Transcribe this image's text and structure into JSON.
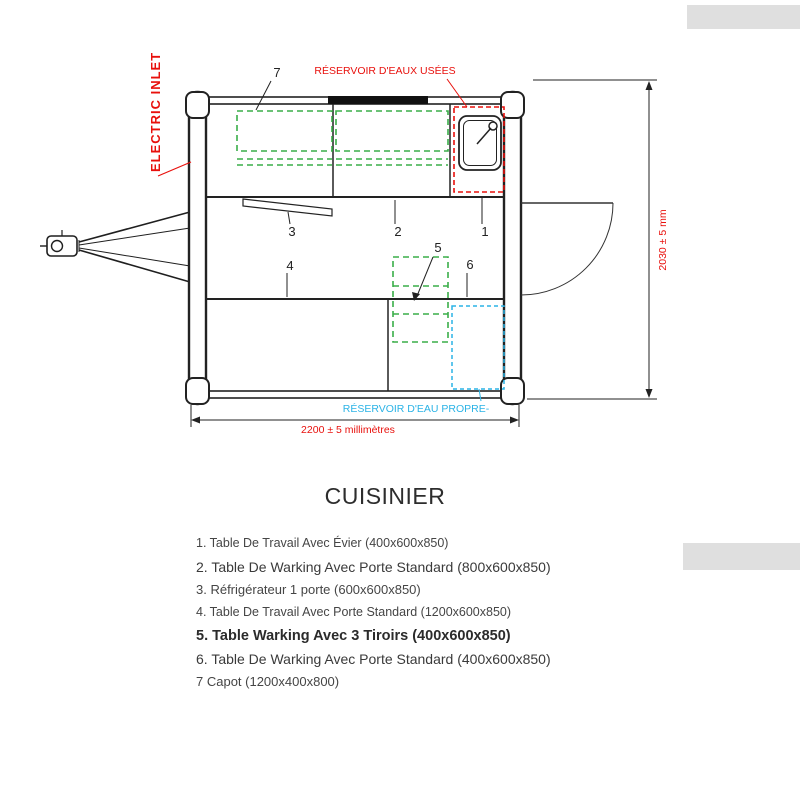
{
  "title": "CUISINIER",
  "colors": {
    "red": "#e8100c",
    "green": "#3aae49",
    "cyan": "#2bb3e6",
    "line": "#1f1f1f"
  },
  "diagram": {
    "electric_inlet_label": "ELECTRIC INLET",
    "waste_water_label": "RÉSERVOIR D'EAUX USÉES",
    "clean_water_label": "RÉSERVOIR D'EAU PROPRE-",
    "width_dimension": "2200 ± 5 millimètres",
    "height_dimension": "2030 ± 5 mm",
    "callouts": {
      "c1": "1",
      "c2": "2",
      "c3": "3",
      "c4": "4",
      "c5": "5",
      "c6": "6",
      "c7": "7"
    }
  },
  "legend": {
    "items": [
      "1. Table De Travail Avec Évier (400x600x850)",
      "2. Table De Warking Avec Porte Standard (800x600x850)",
      "3. Réfrigérateur 1 porte (600x600x850)",
      "4. Table De Travail Avec Porte Standard (1200x600x850)",
      "5. Table Warking Avec 3 Tiroirs (400x600x850)",
      "6. Table De Warking Avec Porte Standard (400x600x850)",
      "7 Capot (1200x400x800)"
    ]
  }
}
